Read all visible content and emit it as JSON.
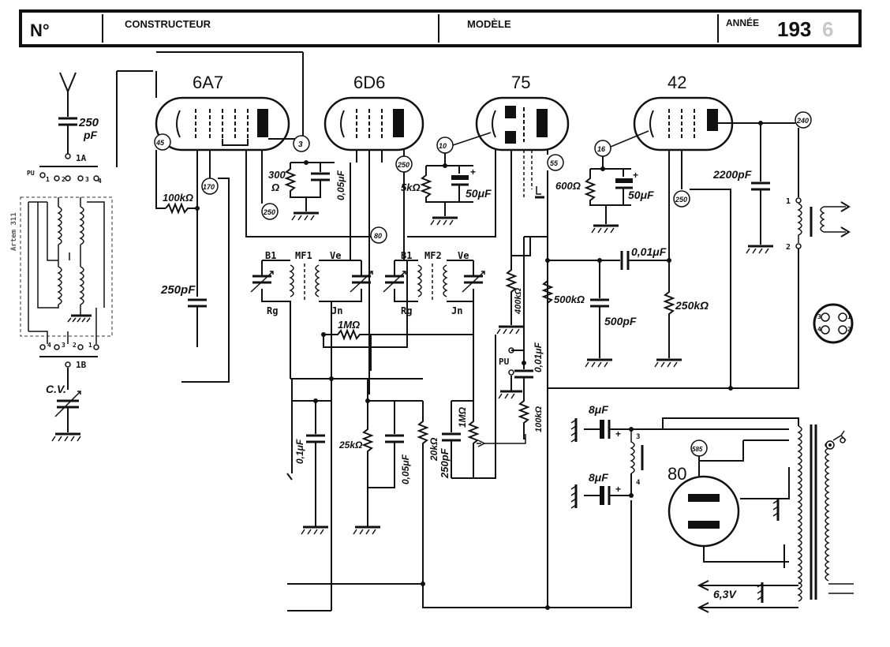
{
  "header": {
    "number_label": "N°",
    "constructor_label": "CONSTRUCTEUR",
    "model_label": "MODÈLE",
    "year_label": "ANNÉE",
    "year_value": "193",
    "year_digit_faint": "6"
  },
  "side_label": "Artem 311",
  "tubes": {
    "t1": "6A7",
    "t2": "6D6",
    "t3": "75",
    "t4": "42",
    "t5": "80"
  },
  "pin_tags": {
    "p45": "45",
    "p3": "3",
    "p170": "170",
    "p250a": "250",
    "p250b": "250",
    "p80": "80",
    "p10": "10",
    "p55": "55",
    "p16": "16",
    "p250c": "250",
    "p240": "240",
    "p585": "585"
  },
  "components": {
    "c250pf_top": "250",
    "c250pf_top_unit": "pF",
    "r100k_osc": "100kΩ",
    "c250pf_osc": "250pF",
    "r300": "300",
    "r300_unit": "Ω",
    "c005_a": "0,05μF",
    "r5k": "5kΩ",
    "c50_a": "50μF",
    "r600": "600Ω",
    "c50_b": "50μF",
    "c2200": "2200pF",
    "c001_a": "0,01μF",
    "r500k": "500kΩ",
    "c500pf": "500pF",
    "r250k": "250kΩ",
    "r400k": "400kΩ",
    "c001_b": "0,01μF",
    "r100k_b": "100kΩ",
    "r1m_a": "1MΩ",
    "r1m_b": "1MΩ",
    "c01": "0,1μF",
    "r25k": "25kΩ",
    "c005_b": "0,05μF",
    "r20k": "20kΩ",
    "c250pf_b": "250pF",
    "c8_a": "8μF",
    "c8_b": "8μF",
    "v63": "6,3V",
    "cv": "C.V."
  },
  "if_labels": {
    "b1a": "B1",
    "mf1": "MF1",
    "vea": "Ve",
    "rga": "Rg",
    "jna": "Jn",
    "b1b": "B1",
    "mf2": "MF2",
    "veb": "Ve",
    "rgb": "Rg",
    "jnb": "Jn"
  },
  "switch_labels": {
    "s1a": "1A",
    "s1b": "1B",
    "pu_top": "PU",
    "pu_mid": "PU",
    "n1": "1",
    "n2": "2",
    "n3": "3",
    "n4": "4",
    "m4": "4",
    "m3": "3",
    "m2": "2",
    "m1": "1"
  },
  "speaker": {
    "t1": "1",
    "t2": "2",
    "s3": "3",
    "s4": "4"
  },
  "socket": {
    "pin1": "1",
    "pin2": "2",
    "pin3": "3",
    "pin4": "4"
  }
}
